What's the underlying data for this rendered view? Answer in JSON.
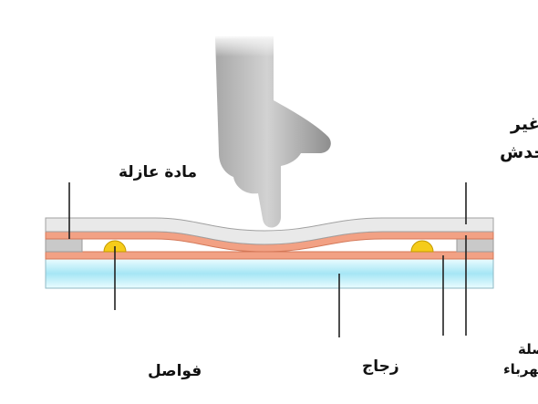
{
  "labels": {
    "scratch_resistant_line1": "مادة غير",
    "scratch_resistant_line2": "قابلة للخدش",
    "insulating_material": "مادة عازلة",
    "spacers": "فواصل",
    "glass": "زجاج",
    "conductive_line1": "مواد موصلة",
    "conductive_line2": "للكهرباء"
  },
  "icons": [
    "pointing-hand-icon"
  ],
  "colors": {
    "top_film": "#e9e9e9",
    "conductive_layer": "#f2a184",
    "insulator_block": "#c9c9c9",
    "spacer_dot": "#f5cc1a",
    "glass_light": "#eafcff",
    "glass_blue": "#a6e6f5",
    "hand_light": "#cfcfcf",
    "hand_dark": "#7a7a7a",
    "leader_line": "#222222"
  }
}
